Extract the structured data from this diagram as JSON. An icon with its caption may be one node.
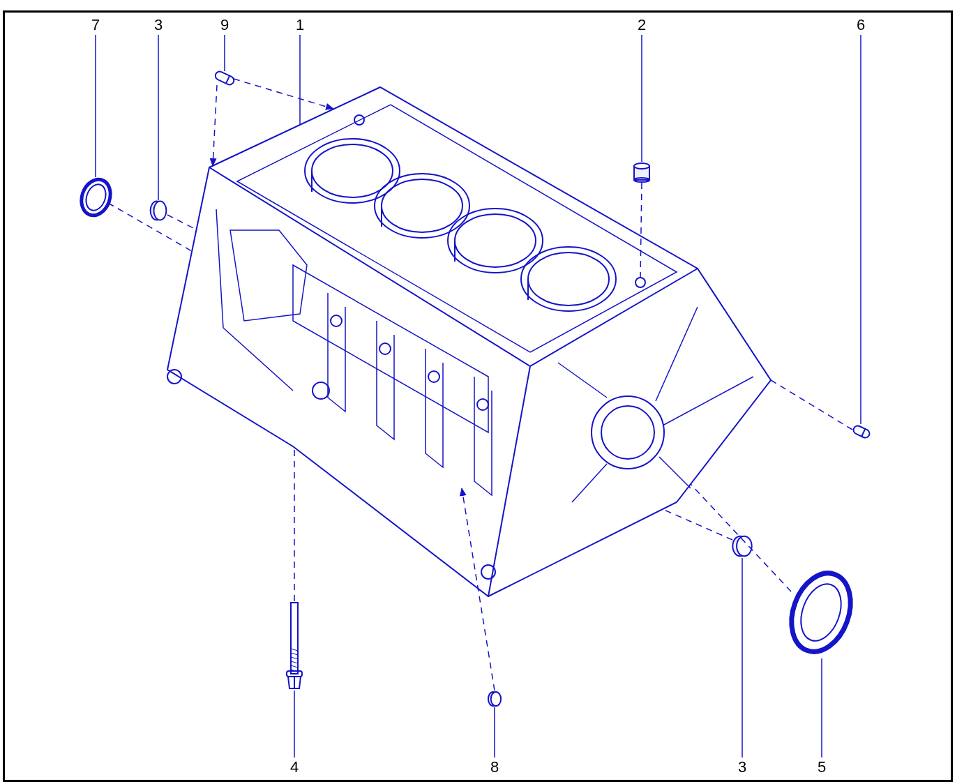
{
  "diagram": {
    "nodes": [
      {
        "text": [
          "7"
        ]
      },
      {
        "text": [
          "3"
        ]
      },
      {
        "text": [
          "9"
        ]
      },
      {
        "text": [
          "1"
        ]
      },
      {
        "text": [
          "2"
        ]
      },
      {
        "text": [
          "6"
        ]
      },
      {
        "text": [
          "4"
        ]
      },
      {
        "text": [
          "8"
        ]
      },
      {
        "text": [
          "3"
        ]
      },
      {
        "text": [
          "5"
        ]
      },
      {
        "text": [],
        "shape": "picture"
      },
      {
        "text": [],
        "shape": "cylinder"
      },
      {
        "text": [],
        "shape": "picture"
      },
      {
        "text": [],
        "shape": "picture"
      },
      {
        "text": [],
        "shape": "cylinder"
      },
      {
        "text": [],
        "shape": "picture"
      },
      {
        "text": [],
        "shape": "picture"
      },
      {
        "text": [],
        "shape": "cylinder"
      },
      {
        "text": [],
        "shape": "cylinder"
      },
      {
        "text": [],
        "shape": "picture"
      }
    ],
    "edges": [
      {
        "from": 0,
        "to": 10,
        "arrow": "none"
      },
      {
        "from": 1,
        "to": 11,
        "arrow": "none"
      },
      {
        "from": 2,
        "to": 12,
        "arrow": "none"
      },
      {
        "from": 3,
        "to": 13,
        "arrow": "none"
      },
      {
        "from": 4,
        "to": 14,
        "arrow": "none"
      },
      {
        "from": 5,
        "to": 15,
        "arrow": "none"
      },
      {
        "from": 6,
        "to": 16,
        "arrow": "none"
      },
      {
        "from": 7,
        "to": 17,
        "arrow": "none"
      },
      {
        "from": 8,
        "to": 18,
        "arrow": "none"
      },
      {
        "from": 9,
        "to": 19,
        "arrow": "none"
      },
      {
        "from": 12,
        "to": 13,
        "arrow": "to",
        "style": "dashed"
      },
      {
        "from": 12,
        "to": 13,
        "arrow": "to",
        "style": "dashed"
      },
      {
        "from": 17,
        "to": 13,
        "arrow": "to",
        "style": "dashed"
      },
      {
        "from": 10,
        "to": 13,
        "arrow": "none",
        "style": "dashed"
      },
      {
        "from": 11,
        "to": 13,
        "arrow": "none",
        "style": "dashed"
      },
      {
        "from": 14,
        "to": 13,
        "arrow": "none",
        "style": "dashed"
      },
      {
        "from": 15,
        "to": 13,
        "arrow": "none",
        "style": "dashed"
      },
      {
        "from": 16,
        "to": 13,
        "arrow": "none",
        "style": "dashed"
      },
      {
        "from": 18,
        "to": 13,
        "arrow": "none",
        "style": "dashed"
      },
      {
        "from": 19,
        "to": 13,
        "arrow": "none",
        "style": "dashed"
      }
    ]
  }
}
